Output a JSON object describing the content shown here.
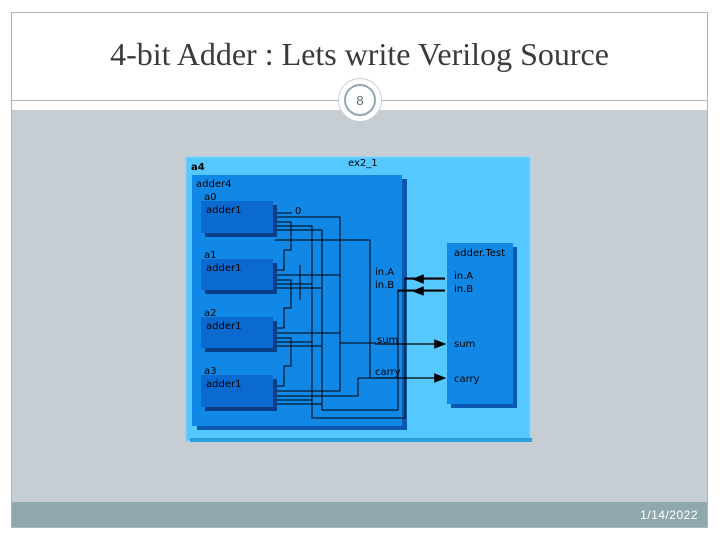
{
  "slide": {
    "title": "4-bit Adder : Lets write Verilog Source",
    "page_number": "8",
    "date": "1/14/2022"
  },
  "diagram": {
    "outer_label": "a4",
    "top_label": "ex2_1",
    "adder4_label": "adder4",
    "adders": [
      {
        "instance": "a0",
        "module": "adder1"
      },
      {
        "instance": "a1",
        "module": "adder1"
      },
      {
        "instance": "a2",
        "module": "adder1"
      },
      {
        "instance": "a3",
        "module": "adder1"
      }
    ],
    "zero_label": "0",
    "ports": {
      "ina": "in.A",
      "inb": "in.B",
      "sum": "sum",
      "carry": "carry"
    },
    "test": {
      "title": "adder.Test",
      "ina": "in.A",
      "inb": "in.B",
      "sum": "sum",
      "carry": "carry"
    },
    "colors": {
      "outer_blue": "#55c8ff",
      "inner_blue": "#1188e6",
      "adder_blue": "#0a6ad0",
      "wire": "#000000"
    }
  }
}
